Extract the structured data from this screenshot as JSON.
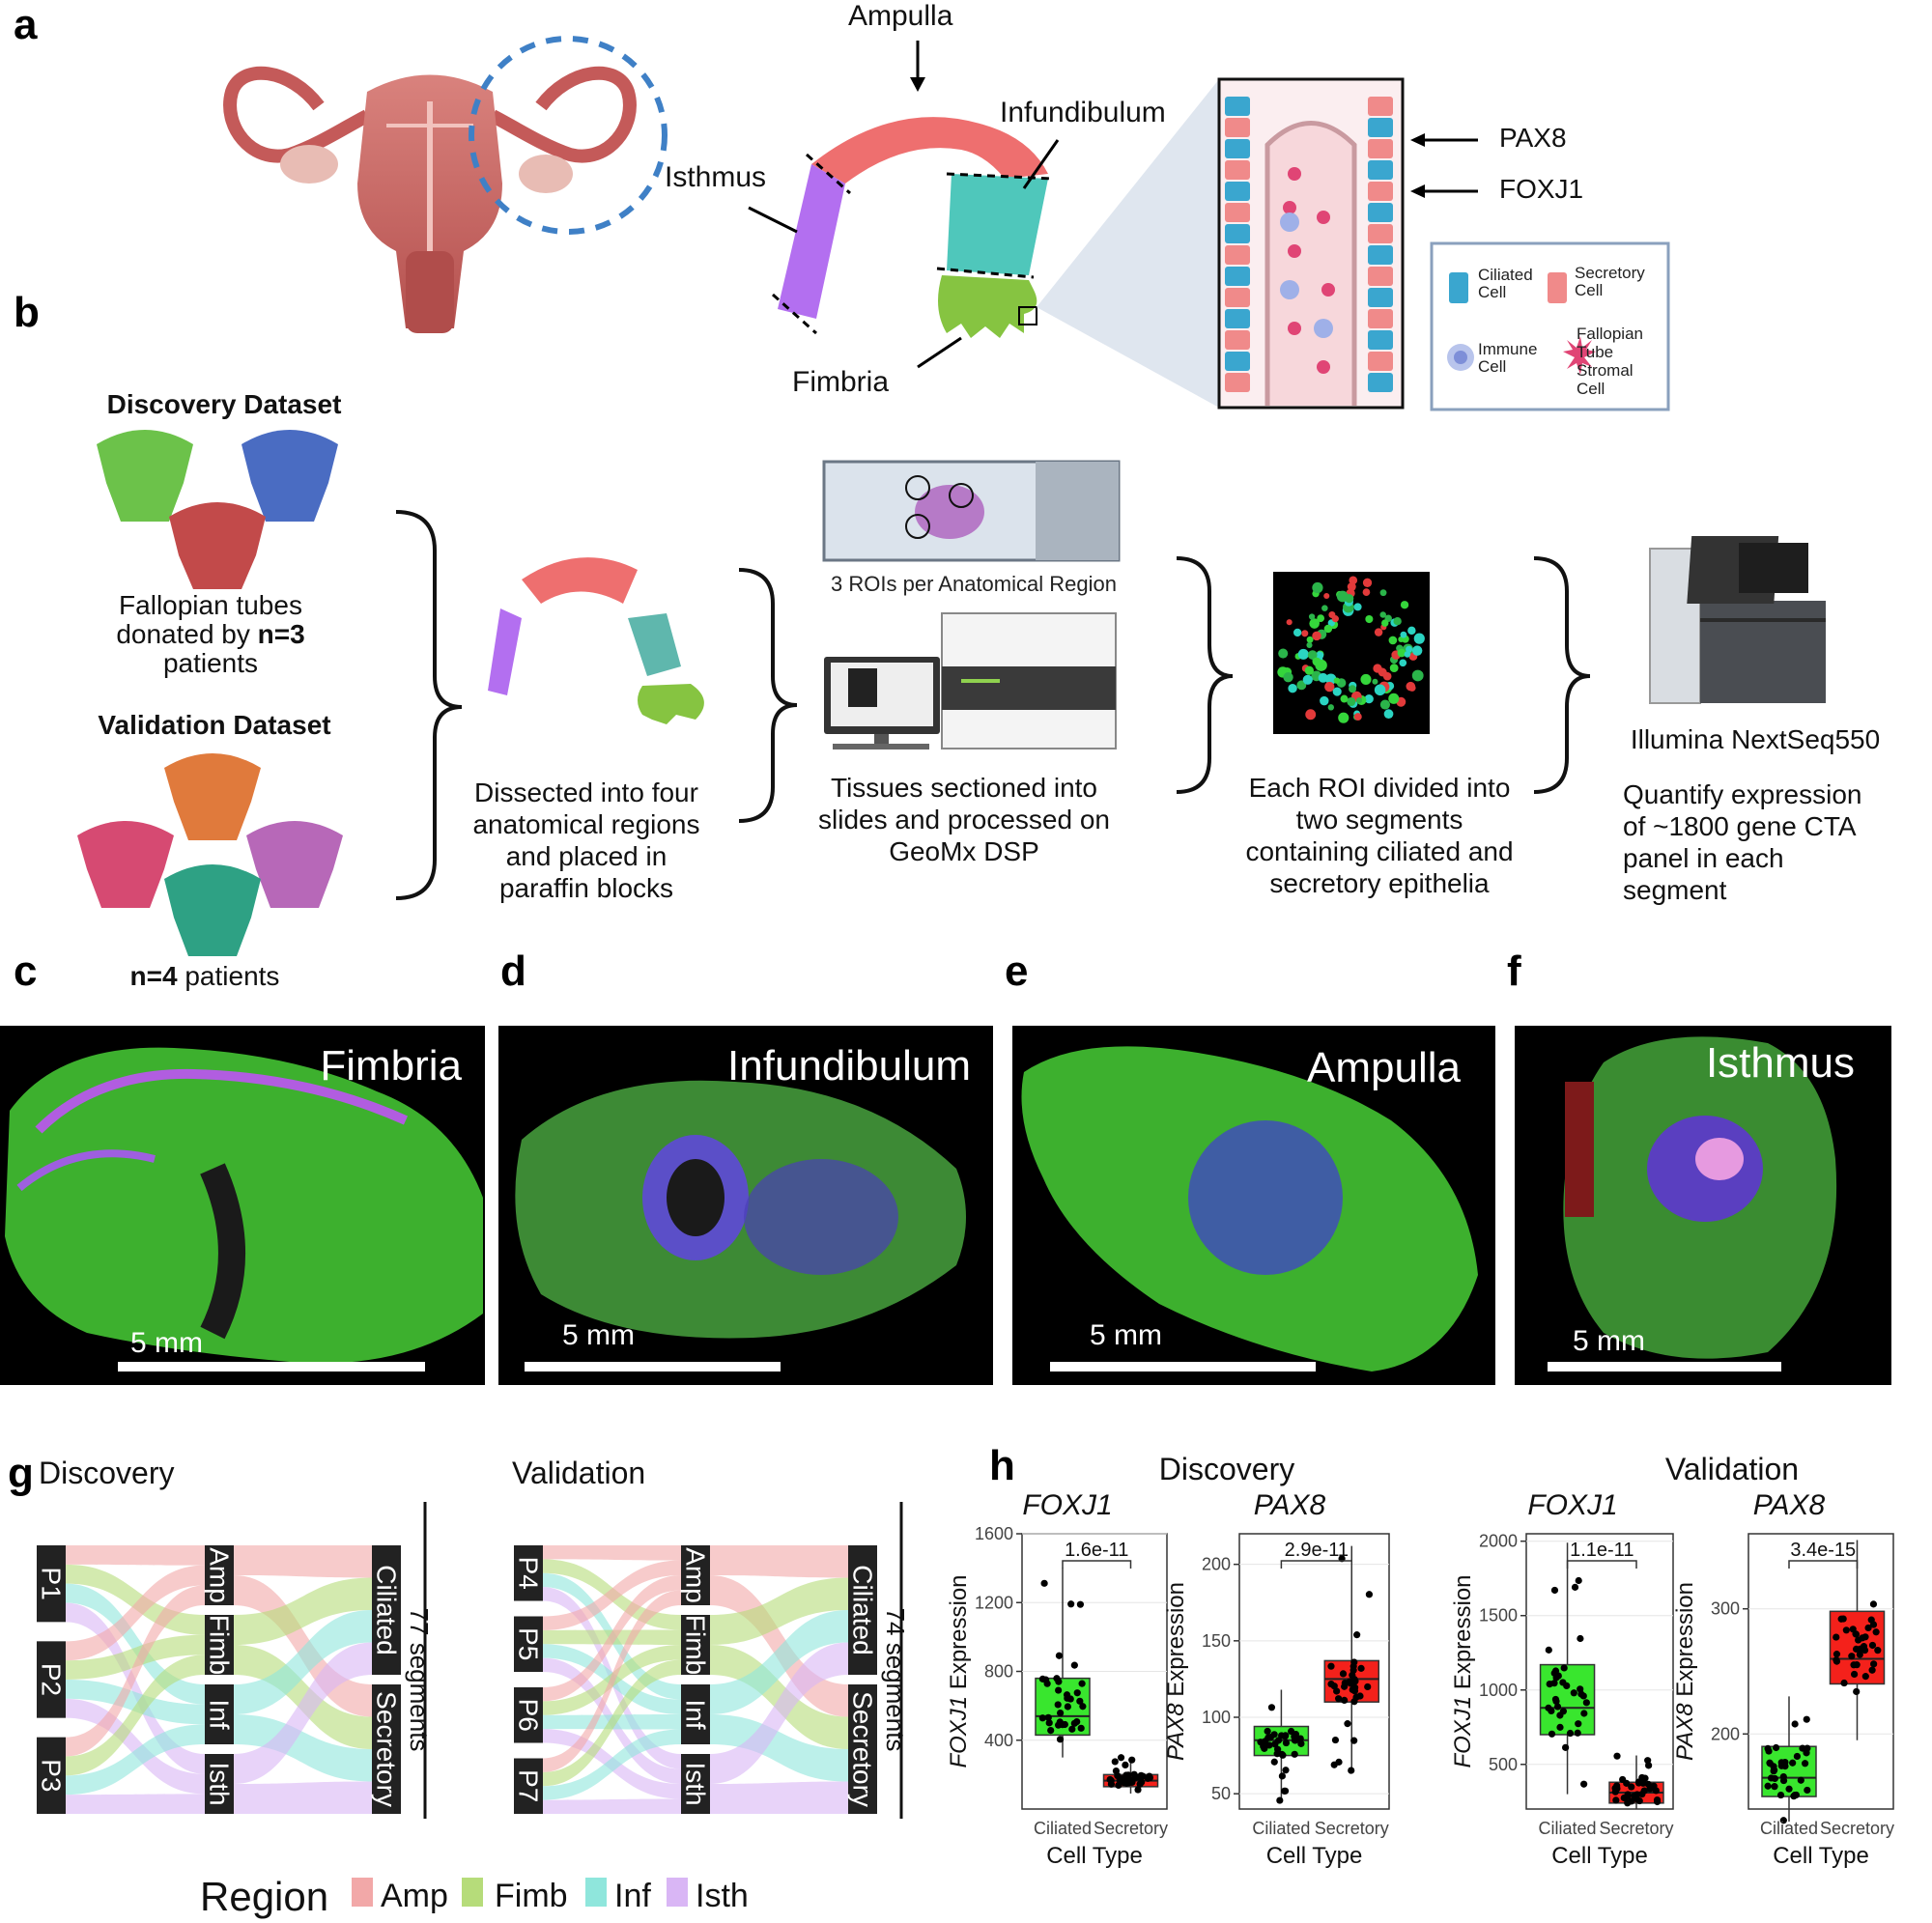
{
  "panels": {
    "a": "a",
    "b": "b",
    "c": "c",
    "d": "d",
    "e": "e",
    "f": "f",
    "g": "g",
    "h": "h"
  },
  "a": {
    "regions": {
      "ampulla": "Ampulla",
      "infundibulum": "Infundibulum",
      "isthmus": "Isthmus",
      "fimbria": "Fimbria"
    },
    "markers": {
      "pax8": "PAX8",
      "foxj1": "FOXJ1"
    },
    "legend": {
      "ciliated1": "Ciliated",
      "ciliated2": "Cell",
      "secretory1": "Secretory",
      "secretory2": "Cell",
      "immune1": "Immune",
      "immune2": "Cell",
      "stromal1": "Fallopian",
      "stromal2": "Tube",
      "stromal3": "Stromal",
      "stromal4": "Cell"
    },
    "colors": {
      "ampulla": "#ee6f6f",
      "infundibulum": "#4fc7bb",
      "isthmus": "#b36ff0",
      "fimbria": "#86c441"
    }
  },
  "b": {
    "discovery_title": "Discovery Dataset",
    "discovery_l1": "Fallopian tubes",
    "discovery_l2a": "donated by ",
    "discovery_l2b": "n=3",
    "discovery_l3": "patients",
    "validation_title": "Validation Dataset",
    "validation_n": "n=4",
    "validation_rest": " patients",
    "step1": [
      "Dissected into four",
      "anatomical regions",
      "and placed in",
      "paraffin blocks"
    ],
    "rois": "3 ROIs per Anatomical Region",
    "step2": [
      "Tissues sectioned into",
      "slides and processed on",
      "GeoMx DSP"
    ],
    "step3": [
      "Each ROI divided into",
      "two segments",
      "containing ciliated and",
      "secretory epithelia"
    ],
    "sequencer": "Illumina NextSeq550",
    "step4": [
      "Quantify expression",
      "of ~1800 gene CTA",
      "panel in each",
      "segment"
    ]
  },
  "micro": [
    {
      "title": "Fimbria",
      "scale": "5 mm"
    },
    {
      "title": "Infundibulum",
      "scale": "5 mm"
    },
    {
      "title": "Ampulla",
      "scale": "5 mm"
    },
    {
      "title": "Isthmus",
      "scale": "5 mm"
    }
  ],
  "g": {
    "discovery": {
      "title": "Discovery",
      "patients": [
        "P1",
        "P2",
        "P3"
      ],
      "regions": [
        "Amp",
        "Fimb",
        "Inf",
        "Isth"
      ],
      "types": [
        "Ciliated",
        "Secretory"
      ],
      "total": "77 segments"
    },
    "validation": {
      "title": "Validation",
      "patients": [
        "P4",
        "P5",
        "P6",
        "P7"
      ],
      "regions": [
        "Amp",
        "Fimb",
        "Inf",
        "Isth"
      ],
      "types": [
        "Ciliated",
        "Secretory"
      ],
      "total": "74 segments"
    },
    "legend": {
      "title": "Region",
      "items": [
        "Amp",
        "Fimb",
        "Inf",
        "Isth"
      ]
    },
    "colors": {
      "Amp": "#f2a8a8",
      "Fimb": "#b6dc7a",
      "Inf": "#8fe6dc",
      "Isth": "#d9b6f5"
    }
  },
  "chart_data": [
    {
      "type": "box",
      "group": "Discovery",
      "gene": "FOXJ1",
      "title": "FOXJ1",
      "ylabel": "FOXJ1 Expression",
      "xlabel": "Cell Type",
      "categories": [
        "Ciliated",
        "Secretory"
      ],
      "ylim": [
        0,
        1600
      ],
      "yticks": [
        400,
        800,
        1200,
        1600
      ],
      "pvalue": "1.6e-11",
      "boxes": [
        {
          "q1": 430,
          "median": 540,
          "q3": 760,
          "min": 300,
          "max": 1400,
          "color": "#39e62e"
        },
        {
          "q1": 130,
          "median": 165,
          "q3": 200,
          "min": 90,
          "max": 300,
          "color": "#f4211b"
        }
      ]
    },
    {
      "type": "box",
      "group": "Discovery",
      "gene": "PAX8",
      "title": "PAX8",
      "ylabel": "PAX8 Expression",
      "xlabel": "Cell Type",
      "categories": [
        "Ciliated",
        "Secretory"
      ],
      "ylim": [
        40,
        220
      ],
      "yticks": [
        50,
        100,
        150,
        200
      ],
      "pvalue": "2.9e-11",
      "boxes": [
        {
          "q1": 75,
          "median": 85,
          "q3": 94,
          "min": 45,
          "max": 118,
          "color": "#39e62e"
        },
        {
          "q1": 110,
          "median": 125,
          "q3": 137,
          "min": 65,
          "max": 212,
          "color": "#f4211b"
        }
      ]
    },
    {
      "type": "box",
      "group": "Validation",
      "gene": "FOXJ1",
      "title": "FOXJ1",
      "ylabel": "FOXJ1 Expression",
      "xlabel": "Cell Type",
      "categories": [
        "Ciliated",
        "Secretory"
      ],
      "ylim": [
        200,
        2050
      ],
      "yticks": [
        500,
        1000,
        1500,
        2000
      ],
      "pvalue": "1.1e-11",
      "boxes": [
        {
          "q1": 700,
          "median": 880,
          "q3": 1170,
          "min": 300,
          "max": 1990,
          "color": "#39e62e"
        },
        {
          "q1": 240,
          "median": 310,
          "q3": 380,
          "min": 200,
          "max": 560,
          "color": "#f4211b"
        }
      ]
    },
    {
      "type": "box",
      "group": "Validation",
      "gene": "PAX8",
      "title": "PAX8",
      "ylabel": "PAX8 Expression",
      "xlabel": "Cell Type",
      "categories": [
        "Ciliated",
        "Secretory"
      ],
      "ylim": [
        140,
        360
      ],
      "yticks": [
        200,
        300
      ],
      "pvalue": "3.4e-15",
      "boxes": [
        {
          "q1": 150,
          "median": 165,
          "q3": 190,
          "min": 130,
          "max": 230,
          "color": "#39e62e"
        },
        {
          "q1": 240,
          "median": 260,
          "q3": 298,
          "min": 195,
          "max": 355,
          "color": "#f4211b"
        }
      ]
    }
  ],
  "h": {
    "discovery": "Discovery",
    "validation": "Validation"
  }
}
